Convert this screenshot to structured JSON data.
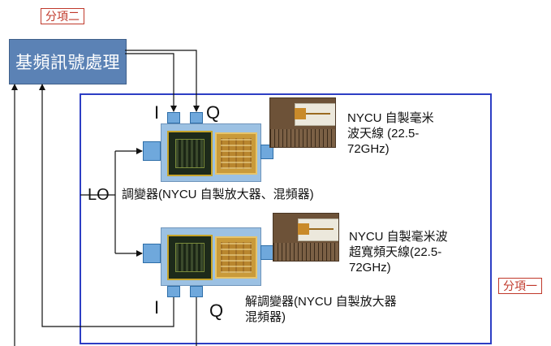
{
  "labels": {
    "section_two_tag": "分項二",
    "section_one_tag": "分項一",
    "baseband_block": "基頻訊號處理",
    "modulator_caption": "調變器(NYCU 自製放大器、混頻器)",
    "demodulator_caption_line1": "解調變器(NYCU 自製放大器",
    "demodulator_caption_line2": "混頻器)",
    "antenna1_line1": "NYCU 自製毫米",
    "antenna1_line2": "波天線 (22.5-",
    "antenna1_line3": "72GHz)",
    "antenna2_line1": "NYCU 自製毫米波",
    "antenna2_line2": "超寬頻天線(22.5-",
    "antenna2_line3": "72GHz)",
    "i_top": "I",
    "q_top": "Q",
    "i_bottom": "I",
    "q_bottom": "Q",
    "lo": "LO"
  },
  "colors": {
    "baseband_fill": "#5b82b5",
    "region_border": "#2d3ec4",
    "tag_color": "#c0392b",
    "module_fill": "#9cc1e3"
  }
}
